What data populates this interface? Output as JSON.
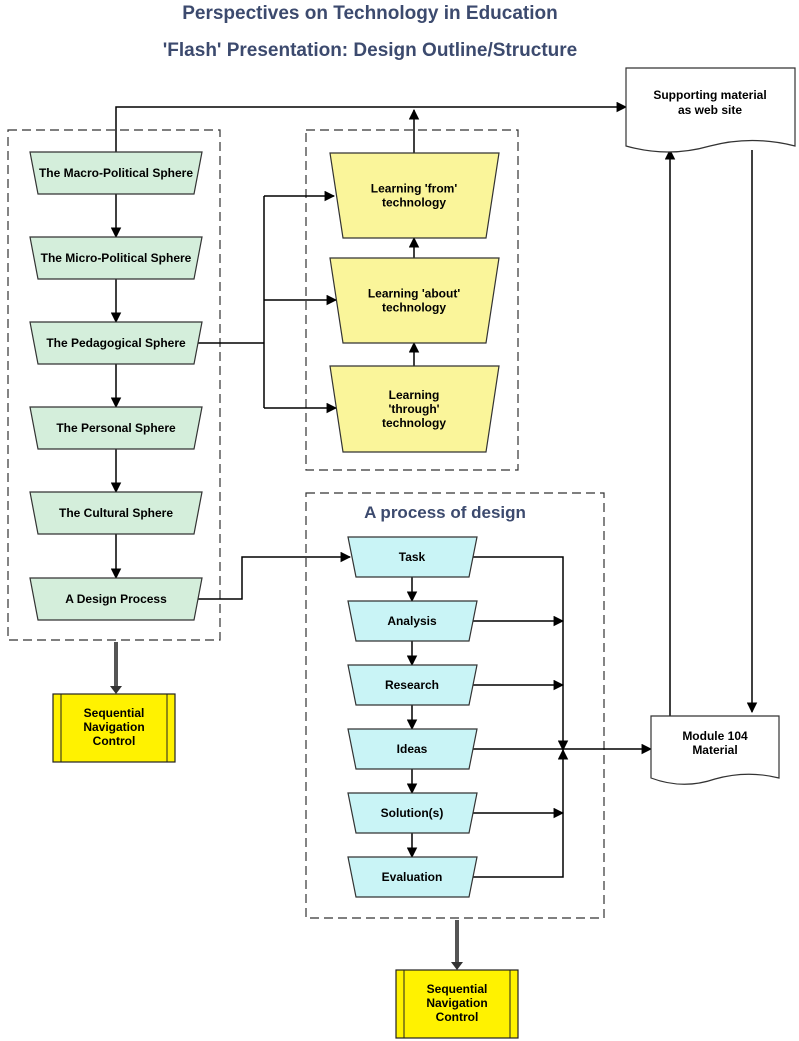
{
  "title": {
    "line1": "Perspectives on Technology in Education",
    "line2": "'Flash' Presentation:  Design Outline/Structure"
  },
  "colors": {
    "sphere_fill": "#d4eedb",
    "learning_fill": "#faf59a",
    "process_fill": "#c9f4f6",
    "nav_fill": "#fff200",
    "title_color": "#3c4a6e"
  },
  "spheres": [
    "The Macro-Political Sphere",
    "The Micro-Political Sphere",
    "The Pedagogical Sphere",
    "The Personal Sphere",
    "The Cultural Sphere",
    "A  Design Process"
  ],
  "learning": [
    [
      "Learning 'from'",
      "technology"
    ],
    [
      "Learning 'about'",
      "technology"
    ],
    [
      "Learning",
      "'through'",
      "technology"
    ]
  ],
  "process": {
    "title": "A process of design",
    "steps": [
      "Task",
      "Analysis",
      "Research",
      "Ideas",
      "Solution(s)",
      "Evaluation"
    ]
  },
  "supporting": [
    "Supporting material",
    "as web site"
  ],
  "module": [
    "Module 104",
    "Material"
  ],
  "nav": [
    "Sequential",
    "Navigation",
    "Control"
  ]
}
